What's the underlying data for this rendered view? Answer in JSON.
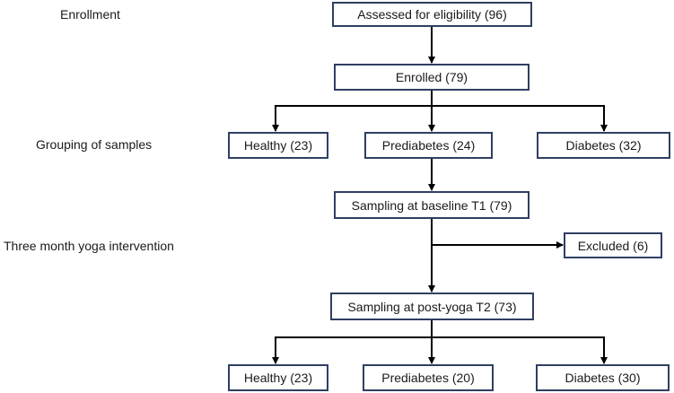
{
  "stages": {
    "enrollment": "Enrollment",
    "grouping": "Grouping of samples",
    "intervention": "Three month yoga intervention"
  },
  "boxes": {
    "assessed": "Assessed for eligibility (96)",
    "enrolled": "Enrolled (79)",
    "healthy_t1": "Healthy (23)",
    "prediabetes_t1": "Prediabetes (24)",
    "diabetes_t1": "Diabetes (32)",
    "baseline": "Sampling at baseline T1 (79)",
    "excluded": "Excluded (6)",
    "post_yoga": "Sampling at post-yoga T2 (73)",
    "healthy_t2": "Healthy (23)",
    "prediabetes_t2": "Prediabetes (20)",
    "diabetes_t2": "Diabetes (30)"
  },
  "colors": {
    "box_border": "#2f3f62",
    "arrow": "#000000"
  }
}
